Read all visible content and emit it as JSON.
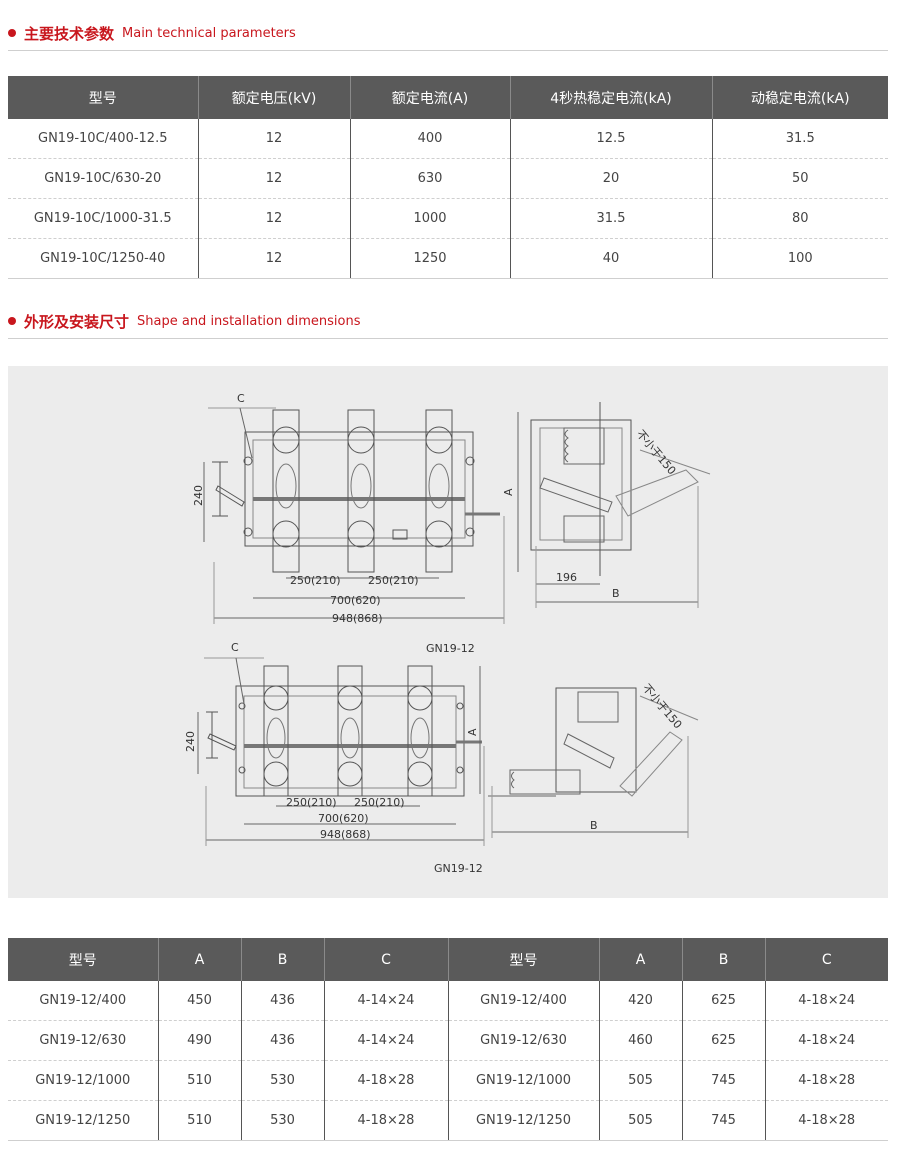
{
  "section1": {
    "title_cn": "主要技术参数",
    "title_en": "Main technical parameters"
  },
  "table1": {
    "headers": [
      "型号",
      "额定电压(kV)",
      "额定电流(A)",
      "4秒热稳定电流(kA)",
      "动稳定电流(kA)"
    ],
    "rows": [
      [
        "GN19-10C/400-12.5",
        "12",
        "400",
        "12.5",
        "31.5"
      ],
      [
        "GN19-10C/630-20",
        "12",
        "630",
        "20",
        "50"
      ],
      [
        "GN19-10C/1000-31.5",
        "12",
        "1000",
        "31.5",
        "80"
      ],
      [
        "GN19-10C/1250-40",
        "12",
        "1250",
        "40",
        "100"
      ]
    ]
  },
  "section2": {
    "title_cn": "外形及安装尺寸",
    "title_en": "Shape and installation dimensions"
  },
  "drawing": {
    "top": {
      "label_c": "C",
      "label_240": "240",
      "label_a": "A",
      "label_b": "B",
      "label_196": "196",
      "dim_250_left": "250(210)",
      "dim_250_right": "250(210)",
      "dim_700": "700(620)",
      "dim_948": "948(868)",
      "min_note": "不小于150",
      "caption": "GN19-12"
    },
    "bottom": {
      "label_c": "C",
      "label_240": "240",
      "label_a": "A",
      "label_b": "B",
      "dim_250_left": "250(210)",
      "dim_250_right": "250(210)",
      "dim_700": "700(620)",
      "dim_948": "948(868)",
      "min_note": "不小于150",
      "caption": "GN19-12"
    }
  },
  "table2": {
    "headers": [
      "型号",
      "A",
      "B",
      "C",
      "型号",
      "A",
      "B",
      "C"
    ],
    "rows": [
      [
        "GN19-12/400",
        "450",
        "436",
        "4-14×24",
        "GN19-12/400",
        "420",
        "625",
        "4-18×24"
      ],
      [
        "GN19-12/630",
        "490",
        "436",
        "4-14×24",
        "GN19-12/630",
        "460",
        "625",
        "4-18×24"
      ],
      [
        "GN19-12/1000",
        "510",
        "530",
        "4-18×28",
        "GN19-12/1000",
        "505",
        "745",
        "4-18×28"
      ],
      [
        "GN19-12/1250",
        "510",
        "530",
        "4-18×28",
        "GN19-12/1250",
        "505",
        "745",
        "4-18×28"
      ]
    ]
  }
}
